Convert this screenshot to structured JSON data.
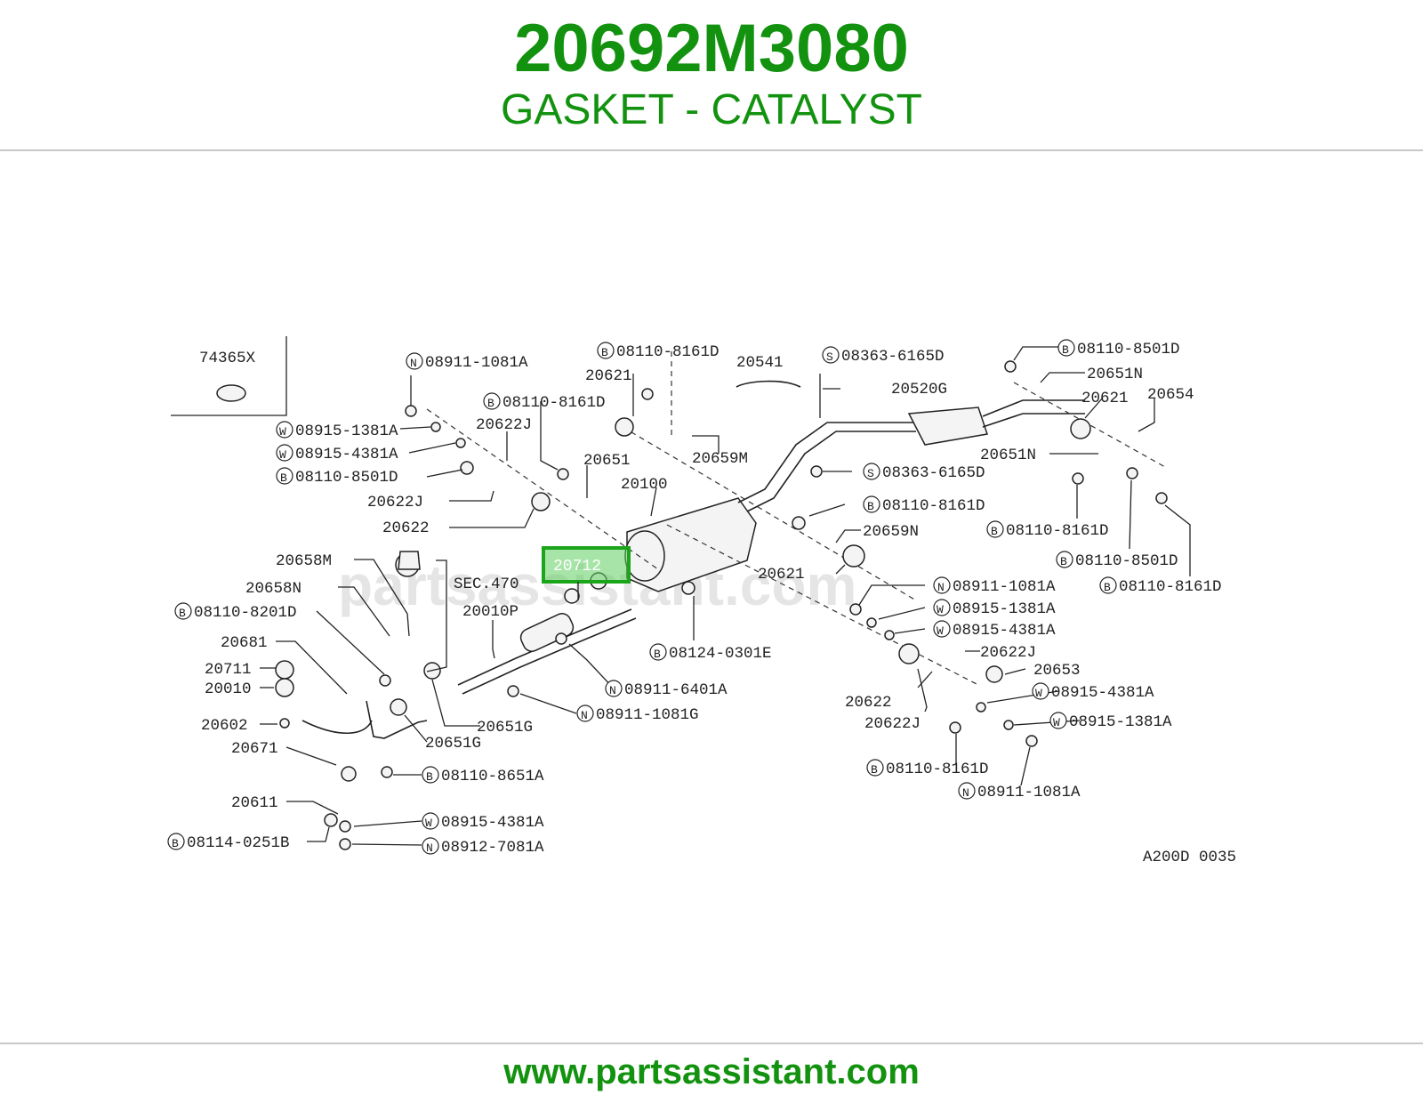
{
  "header": {
    "part_number": "20692M3080",
    "part_description": "GASKET - CATALYST"
  },
  "footer": {
    "url": "www.partsassistant.com"
  },
  "diagram": {
    "watermark": "partsassistant.com",
    "figure_code": "A200D 0035",
    "highlight_label": "20712",
    "highlight_color": "#1aa51a",
    "inset_label": "74365X",
    "labels": {
      "l_08911_1081A_top": "08911-1081A",
      "l_08915_1381A_left": "08915-1381A",
      "l_08915_4381A_left": "08915-4381A",
      "l_08110_8501D_left": "08110-8501D",
      "l_08110_8161D_mid": "08110-8161D",
      "l_20622J_upper": "20622J",
      "l_20622J_lower": "20622J",
      "l_20622_left": "20622",
      "l_20651": "20651",
      "l_08110_8161D_top": "08110-8161D",
      "l_20621_top": "20621",
      "l_20659M": "20659M",
      "l_20100": "20100",
      "l_20541": "20541",
      "l_08363_6165D_top": "08363-6165D",
      "l_20520G": "20520G",
      "l_08363_6165D_mid": "08363-6165D",
      "l_08110_8161D_center": "08110-8161D",
      "l_20659N": "20659N",
      "l_20621_center": "20621",
      "l_08110_8501D_tr": "08110-8501D",
      "l_20651N_top": "20651N",
      "l_20621_right": "20621",
      "l_20654": "20654",
      "l_20651N_mid": "20651N",
      "l_08110_8161D_right": "08110-8161D",
      "l_08110_8501D_right": "08110-8501D",
      "l_08110_8161D_far": "08110-8161D",
      "l_20658M": "20658M",
      "l_20658N": "20658N",
      "l_SEC470": "SEC.470",
      "l_08110_8201D": "08110-8201D",
      "l_20010P": "20010P",
      "l_20681": "20681",
      "l_20711": "20711",
      "l_20010": "20010",
      "l_20602": "20602",
      "l_20671": "20671",
      "l_20611": "20611",
      "l_08114_0251B": "08114-0251B",
      "l_20651G_a": "20651G",
      "l_20651G_b": "20651G",
      "l_08110_8651A": "08110-8651A",
      "l_08915_4381A_bot": "08915-4381A",
      "l_08912_7081A": "08912-7081A",
      "l_08911_6401A": "08911-6401A",
      "l_08911_1081G": "08911-1081G",
      "l_08124_0301E": "08124-0301E",
      "l_08911_1081A_mid": "08911-1081A",
      "l_08915_1381A_mid": "08915-1381A",
      "l_08915_4381A_mid": "08915-4381A",
      "l_20622J_right": "20622J",
      "l_20653": "20653",
      "l_20622_right": "20622",
      "l_20622J_right_low": "20622J",
      "l_08915_4381A_right": "08915-4381A",
      "l_08915_1381A_right": "08915-1381A",
      "l_08110_8161D_bot": "08110-8161D",
      "l_08911_1081A_bot": "08911-1081A"
    },
    "prefixes": {
      "p_08911_1081A_top": "N",
      "p_08915_1381A_left": "W",
      "p_08915_4381A_left": "W",
      "p_08110_8501D_left": "B",
      "p_08110_8161D_mid": "B",
      "p_08110_8161D_top": "B",
      "p_08363_6165D_top": "S",
      "p_08363_6165D_mid": "S",
      "p_08110_8161D_center": "B",
      "p_08110_8501D_tr": "B",
      "p_08110_8161D_right": "B",
      "p_08110_8501D_right": "B",
      "p_08110_8161D_far": "B",
      "p_08110_8201D": "B",
      "p_08114_0251B": "B",
      "p_08110_8651A": "B",
      "p_08915_4381A_bot": "W",
      "p_08912_7081A": "N",
      "p_08911_6401A": "N",
      "p_08911_1081G": "N",
      "p_08124_0301E": "B",
      "p_08911_1081A_mid": "N",
      "p_08915_1381A_mid": "W",
      "p_08915_4381A_mid": "W",
      "p_08915_4381A_right": "W",
      "p_08915_1381A_right": "W",
      "p_08110_8161D_bot": "B",
      "p_08911_1081A_bot": "N"
    }
  }
}
